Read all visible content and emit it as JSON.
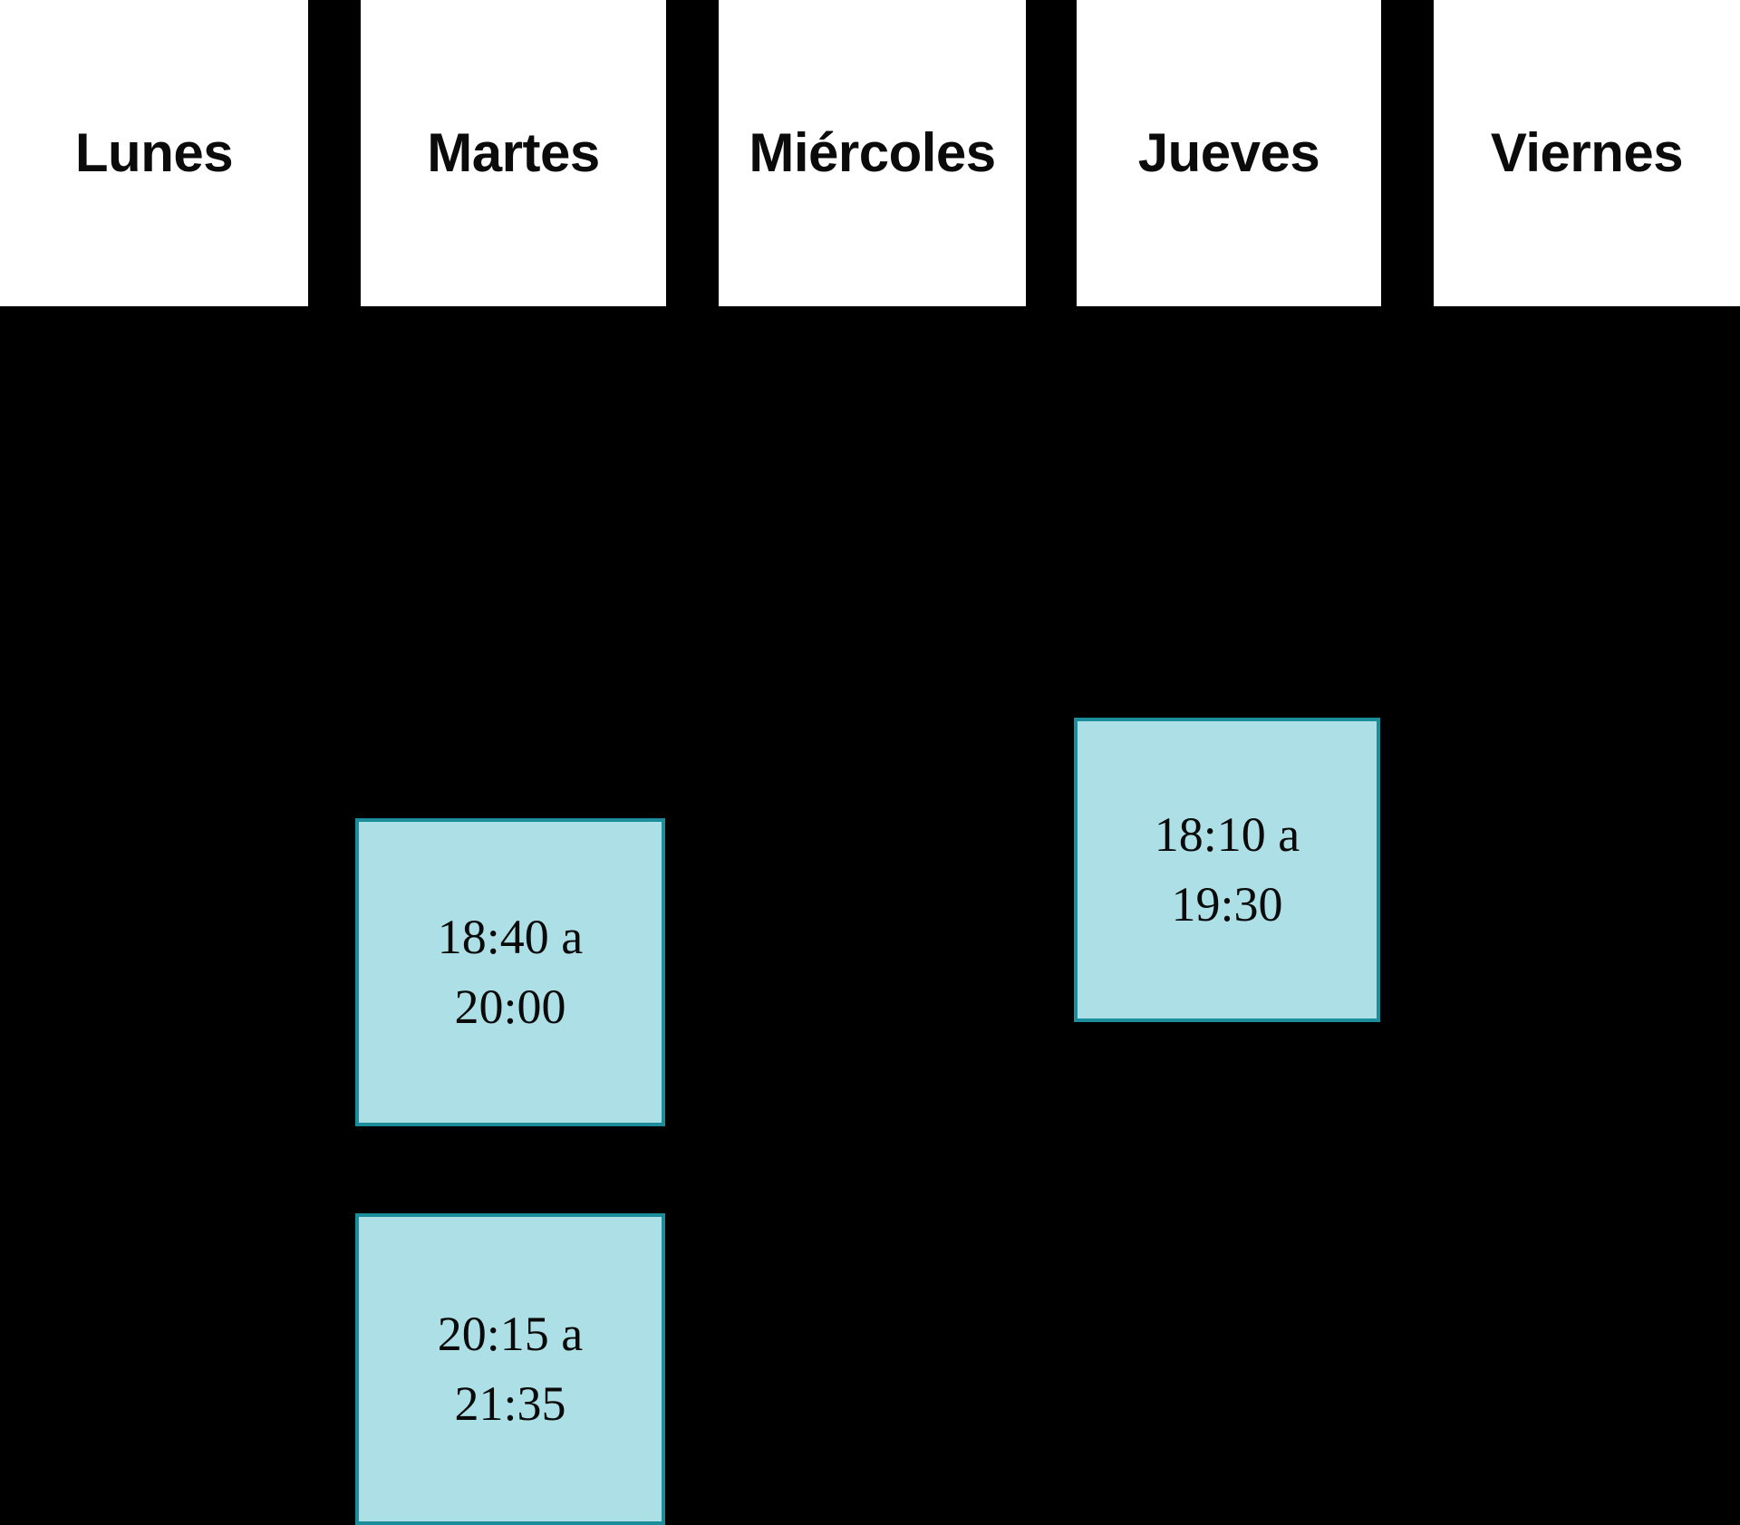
{
  "theme": {
    "background": "#000000",
    "header_box_bg": "#ffffff",
    "header_text": "#0b0b0b",
    "event_fill": "#ACE0E6",
    "event_border": "#1C8E9B",
    "event_text": "#0a0a0a"
  },
  "header": {
    "days": [
      {
        "label": "Lunes"
      },
      {
        "label": "Martes"
      },
      {
        "label": "Miércoles"
      },
      {
        "label": "Jueves"
      },
      {
        "label": "Viernes"
      }
    ]
  },
  "events": [
    {
      "day": "Martes",
      "day_index": 1,
      "start": "18:40",
      "end": "20:00",
      "line1": "18:40 a",
      "line2": "20:00"
    },
    {
      "day": "Martes",
      "day_index": 1,
      "start": "20:15",
      "end": "21:35",
      "line1": "20:15 a",
      "line2": "21:35"
    },
    {
      "day": "Jueves",
      "day_index": 3,
      "start": "18:10",
      "end": "19:30",
      "line1": "18:10 a",
      "line2": "19:30"
    }
  ]
}
